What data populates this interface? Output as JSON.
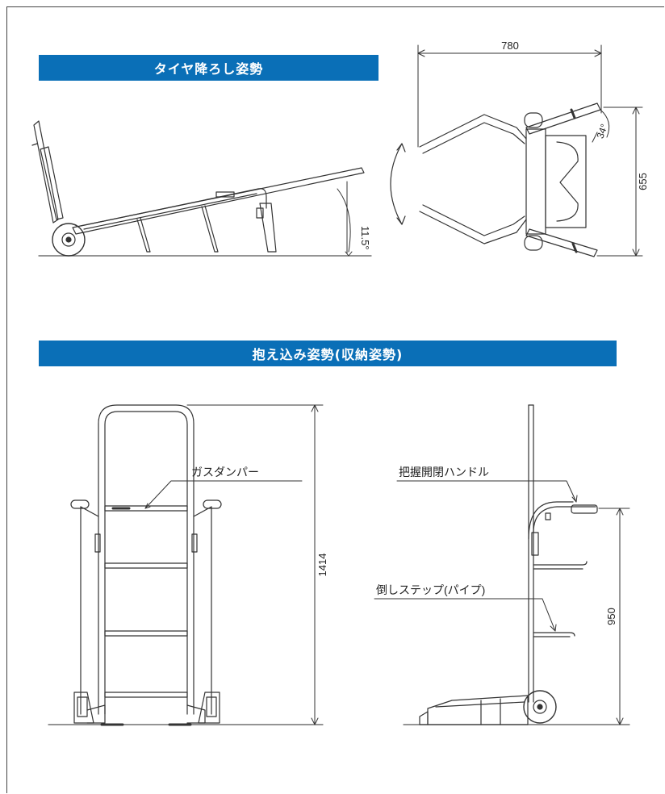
{
  "sections": {
    "tire_lowering": {
      "title": "タイヤ降ろし姿勢"
    },
    "stowed": {
      "title": "抱え込み姿勢(収納姿勢)"
    }
  },
  "dimensions": {
    "angle_side": "11.5°",
    "width_top": "780",
    "depth_top": "655",
    "angle_top": "34°",
    "height_total": "1414",
    "handle_height": "950"
  },
  "callouts": {
    "gas_damper": "ガスダンパー",
    "grip_handle": "把握開閉ハンドル",
    "fold_step": "倒しステップ(パイプ)"
  },
  "colors": {
    "banner": "#0a6fb7",
    "line": "#333333"
  }
}
